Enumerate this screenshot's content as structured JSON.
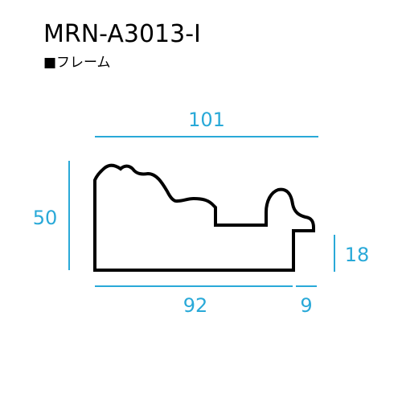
{
  "header": {
    "model": "MRN-A3013-I",
    "category": "■フレーム"
  },
  "dimensions": {
    "overall_width": "101",
    "height": "50",
    "base_width": "92",
    "rebate_width": "9",
    "rebate_height": "18"
  },
  "colors": {
    "dimension_line": "#29a9d8",
    "profile_stroke": "#000000"
  }
}
